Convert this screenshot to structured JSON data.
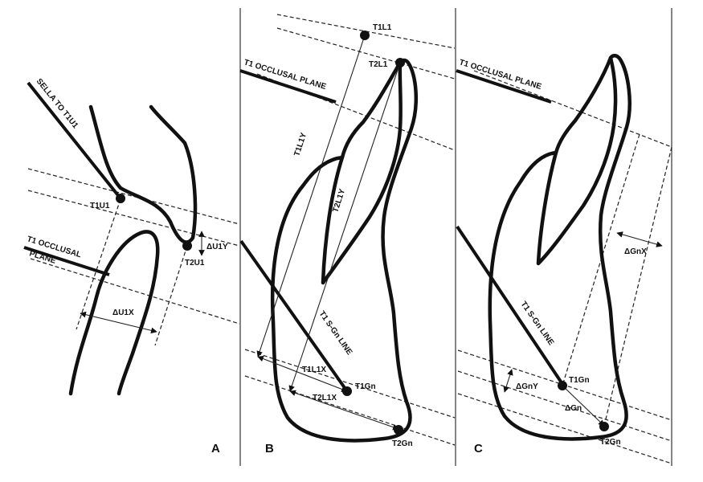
{
  "panels": {
    "a": {
      "letter": "A",
      "sella_line_label": "SELLA TO   T1U1",
      "occlusal_label_1": "T1 OCCLUSAL",
      "occlusal_label_2": "PLANE",
      "t1u1": "T1U1",
      "t2u1": "T2U1",
      "delta_u1y": "ΔU1Y",
      "delta_u1x": "ΔU1X"
    },
    "b": {
      "letter": "B",
      "occlusal_label": "T1 OCCLUSAL PLANE",
      "t1l1": "T1L1",
      "t2l1": "T2L1",
      "t1l1y": "T1L1Y",
      "t2l1y": "T2L1Y",
      "sgn_line": "T1 S-Gn LINE",
      "t1l1x": "T1L1X",
      "t2l1x": "T2L1X",
      "t1gn": "T1Gn",
      "t2gn": "T2Gn"
    },
    "c": {
      "letter": "C",
      "occlusal_label": "T1 OCCLUSAL PLANE",
      "sgn_line": "T1 S-Gn LINE",
      "delta_gnx": "ΔGnX",
      "delta_gny": "ΔGnY",
      "delta_gn": "ΔGn",
      "t1gn": "T1Gn",
      "t2gn": "T2Gn"
    }
  }
}
